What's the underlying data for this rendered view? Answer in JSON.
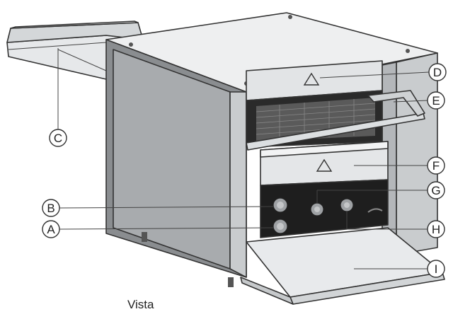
{
  "figure": {
    "caption": "Vista"
  },
  "callouts": [
    {
      "id": "A",
      "label": "A"
    },
    {
      "id": "B",
      "label": "B"
    },
    {
      "id": "C",
      "label": "C"
    },
    {
      "id": "D",
      "label": "D"
    },
    {
      "id": "E",
      "label": "E"
    },
    {
      "id": "F",
      "label": "F"
    },
    {
      "id": "G",
      "label": "G"
    },
    {
      "id": "H",
      "label": "H"
    },
    {
      "id": "I",
      "label": "I"
    }
  ],
  "colors": {
    "body_dark": "#8a8d90",
    "body_mid": "#c9ccce",
    "body_light": "#eceeef",
    "control_panel": "#1e1e1e",
    "grill": "#5a5a5a",
    "outline": "#333333"
  }
}
